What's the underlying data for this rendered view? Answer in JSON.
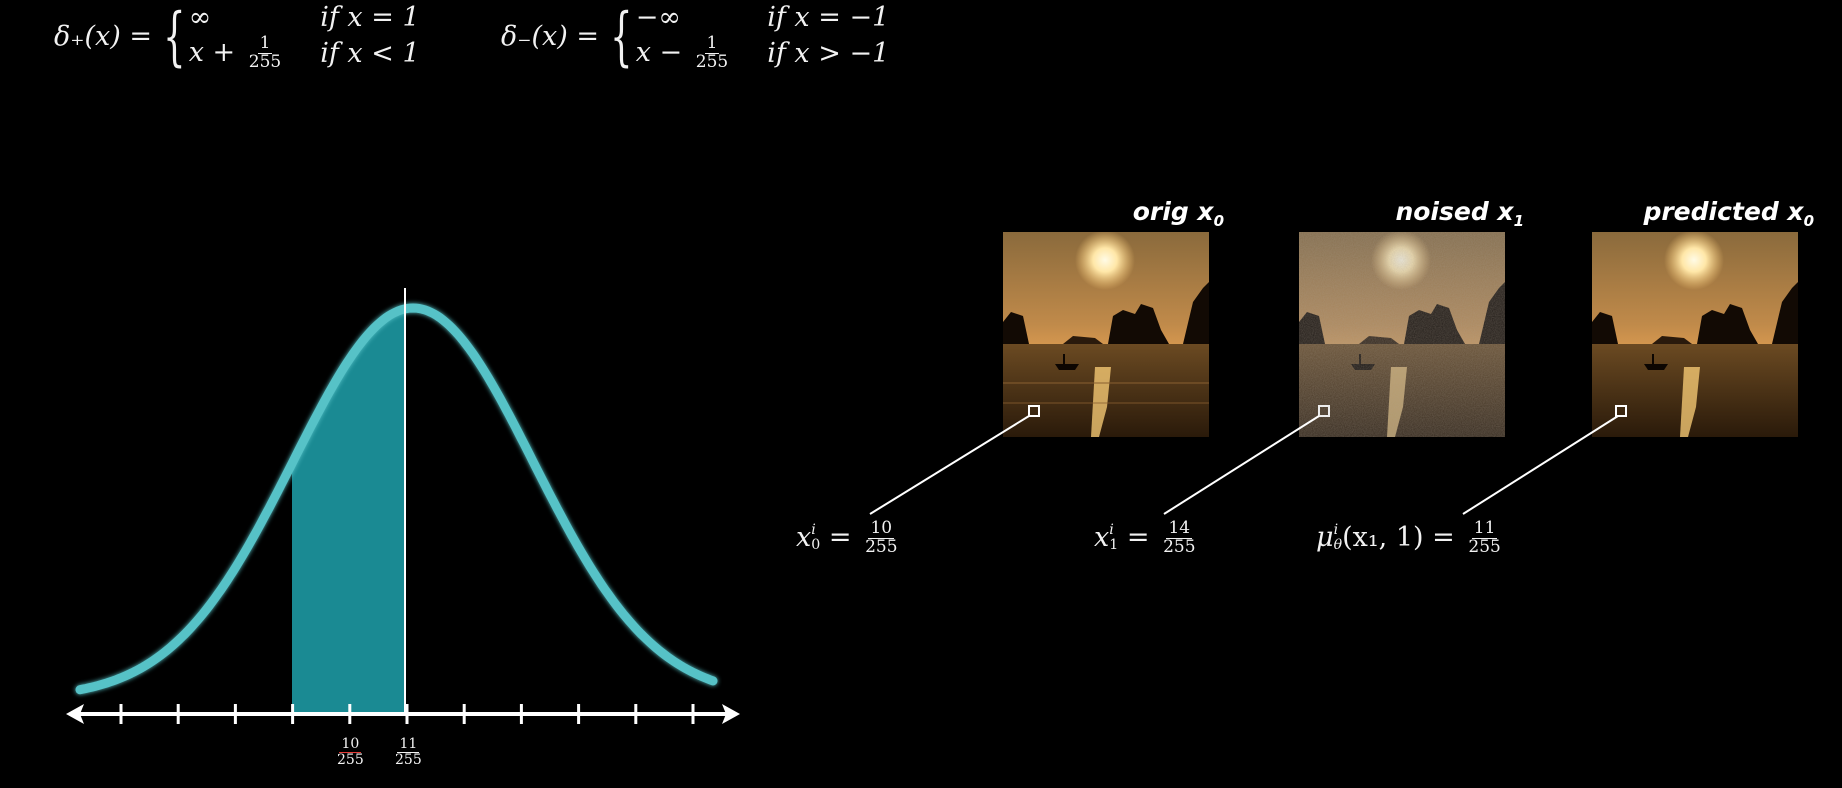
{
  "formulas": {
    "delta_plus": {
      "lhs": "δ₊(x) =",
      "case1_value": "∞",
      "case1_cond": "if x = 1",
      "case2_value_prefix": "x +",
      "case2_frac_num": "1",
      "case2_frac_den": "255",
      "case2_cond": "if x < 1"
    },
    "delta_minus": {
      "lhs": "δ₋(x) =",
      "case1_value": "−∞",
      "case1_cond": "if x = −1",
      "case2_value_prefix": "x −",
      "case2_frac_num": "1",
      "case2_frac_den": "255",
      "case2_cond": "if x > −1"
    }
  },
  "panels": [
    {
      "title": "orig x",
      "subscript": "0",
      "label_lhs": "x",
      "label_sup": "i",
      "label_sub": "0",
      "label_eq": "=",
      "label_num": "10",
      "label_den": "255"
    },
    {
      "title": "noised x",
      "subscript": "1",
      "label_lhs": "x",
      "label_sup": "i",
      "label_sub": "1",
      "label_eq": "=",
      "label_num": "14",
      "label_den": "255"
    },
    {
      "title": "predicted x",
      "subscript": "0",
      "label_lhs": "μ",
      "label_sup": "i",
      "label_sub": "θ",
      "label_args": "(x₁, 1)",
      "label_eq": "=",
      "label_num": "11",
      "label_den": "255"
    }
  ],
  "axis": {
    "ticks": [
      {
        "num": "10",
        "den": "255",
        "mark_color": "#e53935"
      },
      {
        "num": "11",
        "den": "255",
        "mark_color": "#ffffff"
      }
    ]
  },
  "colors": {
    "background": "#000000",
    "curve": "#56c2c7",
    "shaded_area": "#1a8a93",
    "axis": "#ffffff"
  },
  "icons": {
    "axis_arrows": "double-headed-arrow",
    "pixel_marker": "square-outline"
  }
}
